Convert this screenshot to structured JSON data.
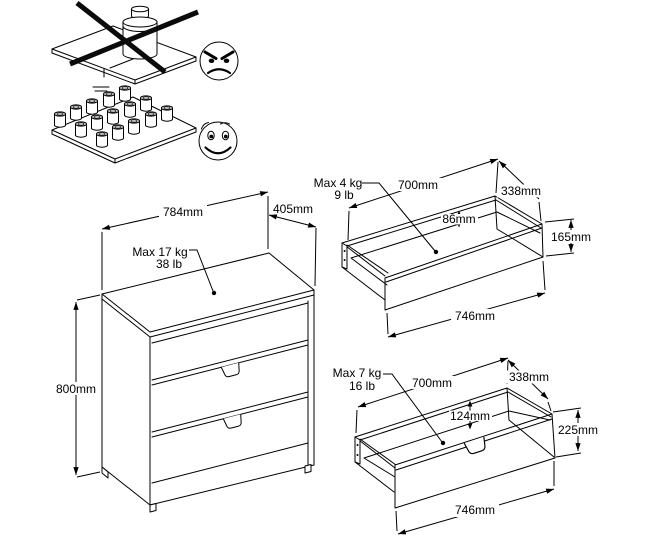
{
  "colors": {
    "line": "#000000",
    "background": "#ffffff"
  },
  "warnings": {
    "bad": {
      "icon": "angry-face",
      "cross_icon": "prohibition-cross"
    },
    "good": {
      "icon": "happy-face"
    }
  },
  "dresser": {
    "width": "784mm",
    "depth": "405mm",
    "height": "800mm",
    "max_load": {
      "line1": "Max 17 kg",
      "line2": "38 lb"
    }
  },
  "top_drawer": {
    "max_load": {
      "line1": "Max 4 kg",
      "line2": "9 lb"
    },
    "inner_width": "700mm",
    "depth": "338mm",
    "inner_height": "86mm",
    "front_height": "165mm",
    "outer_width": "746mm"
  },
  "bottom_drawer": {
    "max_load": {
      "line1": "Max 7 kg",
      "line2": "16 lb"
    },
    "inner_width": "700mm",
    "depth": "338mm",
    "inner_height": "124mm",
    "front_height": "225mm",
    "outer_width": "746mm"
  }
}
